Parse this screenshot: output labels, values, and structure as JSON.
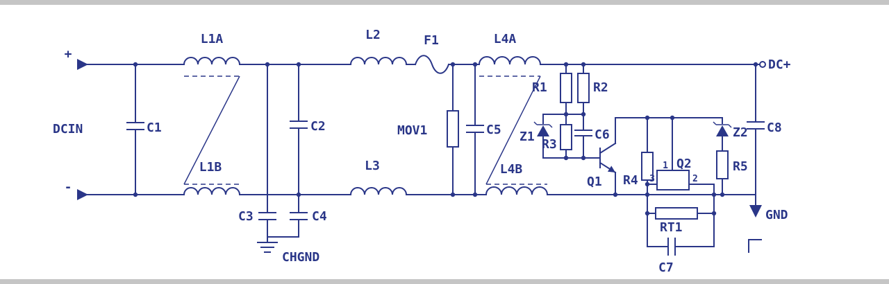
{
  "colors": {
    "ink": "#2a3688",
    "background": "#ffffff",
    "frame": "#c5c5c5"
  },
  "labels": {
    "plus": "+",
    "minus": "-",
    "dcin": "DCIN",
    "l1a": "L1A",
    "l1b": "L1B",
    "l2": "L2",
    "l3": "L3",
    "l4a": "L4A",
    "l4b": "L4B",
    "f1": "F1",
    "c1": "C1",
    "c2": "C2",
    "c3": "C3",
    "c4": "C4",
    "c5": "C5",
    "c6": "C6",
    "c7": "C7",
    "c8": "C8",
    "mov1": "MOV1",
    "r1": "R1",
    "r2": "R2",
    "r3": "R3",
    "r4": "R4",
    "r5": "R5",
    "z1": "Z1",
    "z2": "Z2",
    "q1": "Q1",
    "q2": "Q2",
    "rt1": "RT1",
    "q2_pin1": "1",
    "q2_pin2": "2",
    "q2_pin3": "3",
    "dc_plus": "DC+",
    "gnd": "GND",
    "chgnd": "CHGND"
  }
}
